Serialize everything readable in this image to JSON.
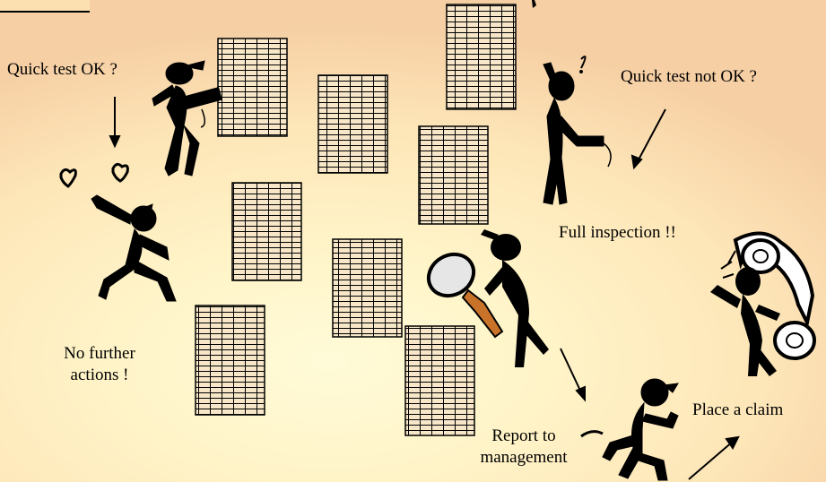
{
  "labels": {
    "quick_test_ok": "Quick test OK ?",
    "quick_test_not_ok": "Quick test not OK ?",
    "full_inspection": "Full inspection !!",
    "no_further_actions_line1": "No further",
    "no_further_actions_line2": "actions !",
    "report_line1": "Report to",
    "report_line2": "management",
    "place_claim": "Place a claim"
  },
  "colors": {
    "background_center": "#fffbd8",
    "background_edge": "#f6cfa4",
    "figure": "#000000",
    "sheet_fill": "#f7e7c8",
    "sheet_lines": "#000000",
    "magnifier_handle": "#c9732a",
    "magnifier_lens": "#e6e6e6"
  },
  "icons": [
    "data-sheet-icon",
    "tester-figure-icon",
    "confused-tester-icon",
    "celebrating-figure-icon",
    "inspector-magnifier-icon",
    "running-figure-icon",
    "phone-claim-figure-icon",
    "heart-icon",
    "arrow-icon"
  ]
}
